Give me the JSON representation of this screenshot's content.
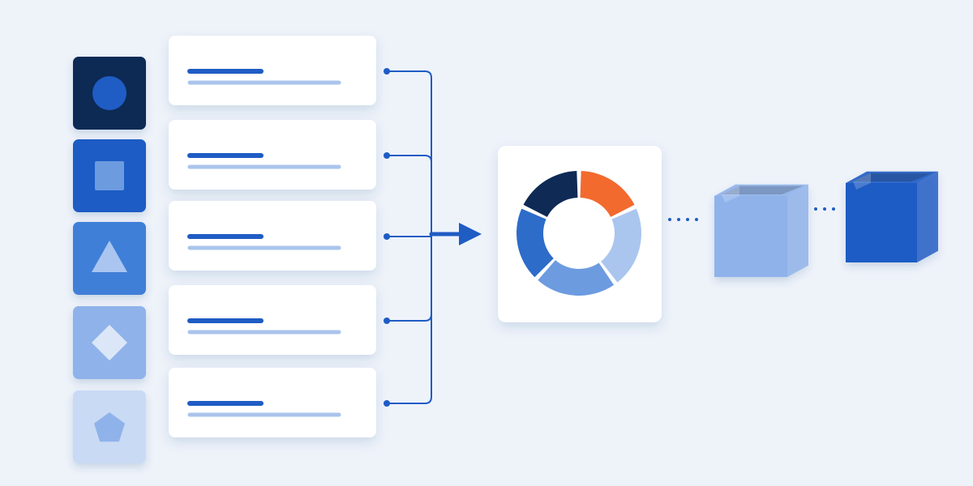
{
  "colors": {
    "background": "#eef3fa",
    "navy": "#0e2a55",
    "primary": "#1f5cc4",
    "medium": "#3f7fd8",
    "light": "#7aa5e6",
    "pale": "#aac6ef",
    "paler": "#c9daf4",
    "orange": "#f26a2e",
    "card": "#ffffff",
    "line_dark": "#1f5cc4",
    "line_light": "#aac4ec"
  },
  "sources": [
    {
      "icon": "circle-icon",
      "tile_color": "#0e2a55",
      "shape_color": "#1f5cc4"
    },
    {
      "icon": "square-icon",
      "tile_color": "#1f5cc4",
      "shape_color": "#6c9be0"
    },
    {
      "icon": "triangle-icon",
      "tile_color": "#3f7fd8",
      "shape_color": "#a9c5f0"
    },
    {
      "icon": "diamond-icon",
      "tile_color": "#8fb2ea",
      "shape_color": "#dbe7f8"
    },
    {
      "icon": "pentagon-icon",
      "tile_color": "#c9daf4",
      "shape_color": "#8fb2ea"
    }
  ],
  "donut": {
    "segments": [
      {
        "share": 0.18,
        "color": "#f26a2e"
      },
      {
        "share": 0.22,
        "color": "#aac6ef"
      },
      {
        "share": 0.22,
        "color": "#6c9be0"
      },
      {
        "share": 0.2,
        "color": "#2d6cc9"
      },
      {
        "share": 0.18,
        "color": "#0e2a55"
      }
    ]
  },
  "outputs": [
    {
      "icon": "open-box-light-icon",
      "color": "#8fb2ea"
    },
    {
      "icon": "open-box-dark-icon",
      "color": "#1f5cc4"
    }
  ]
}
